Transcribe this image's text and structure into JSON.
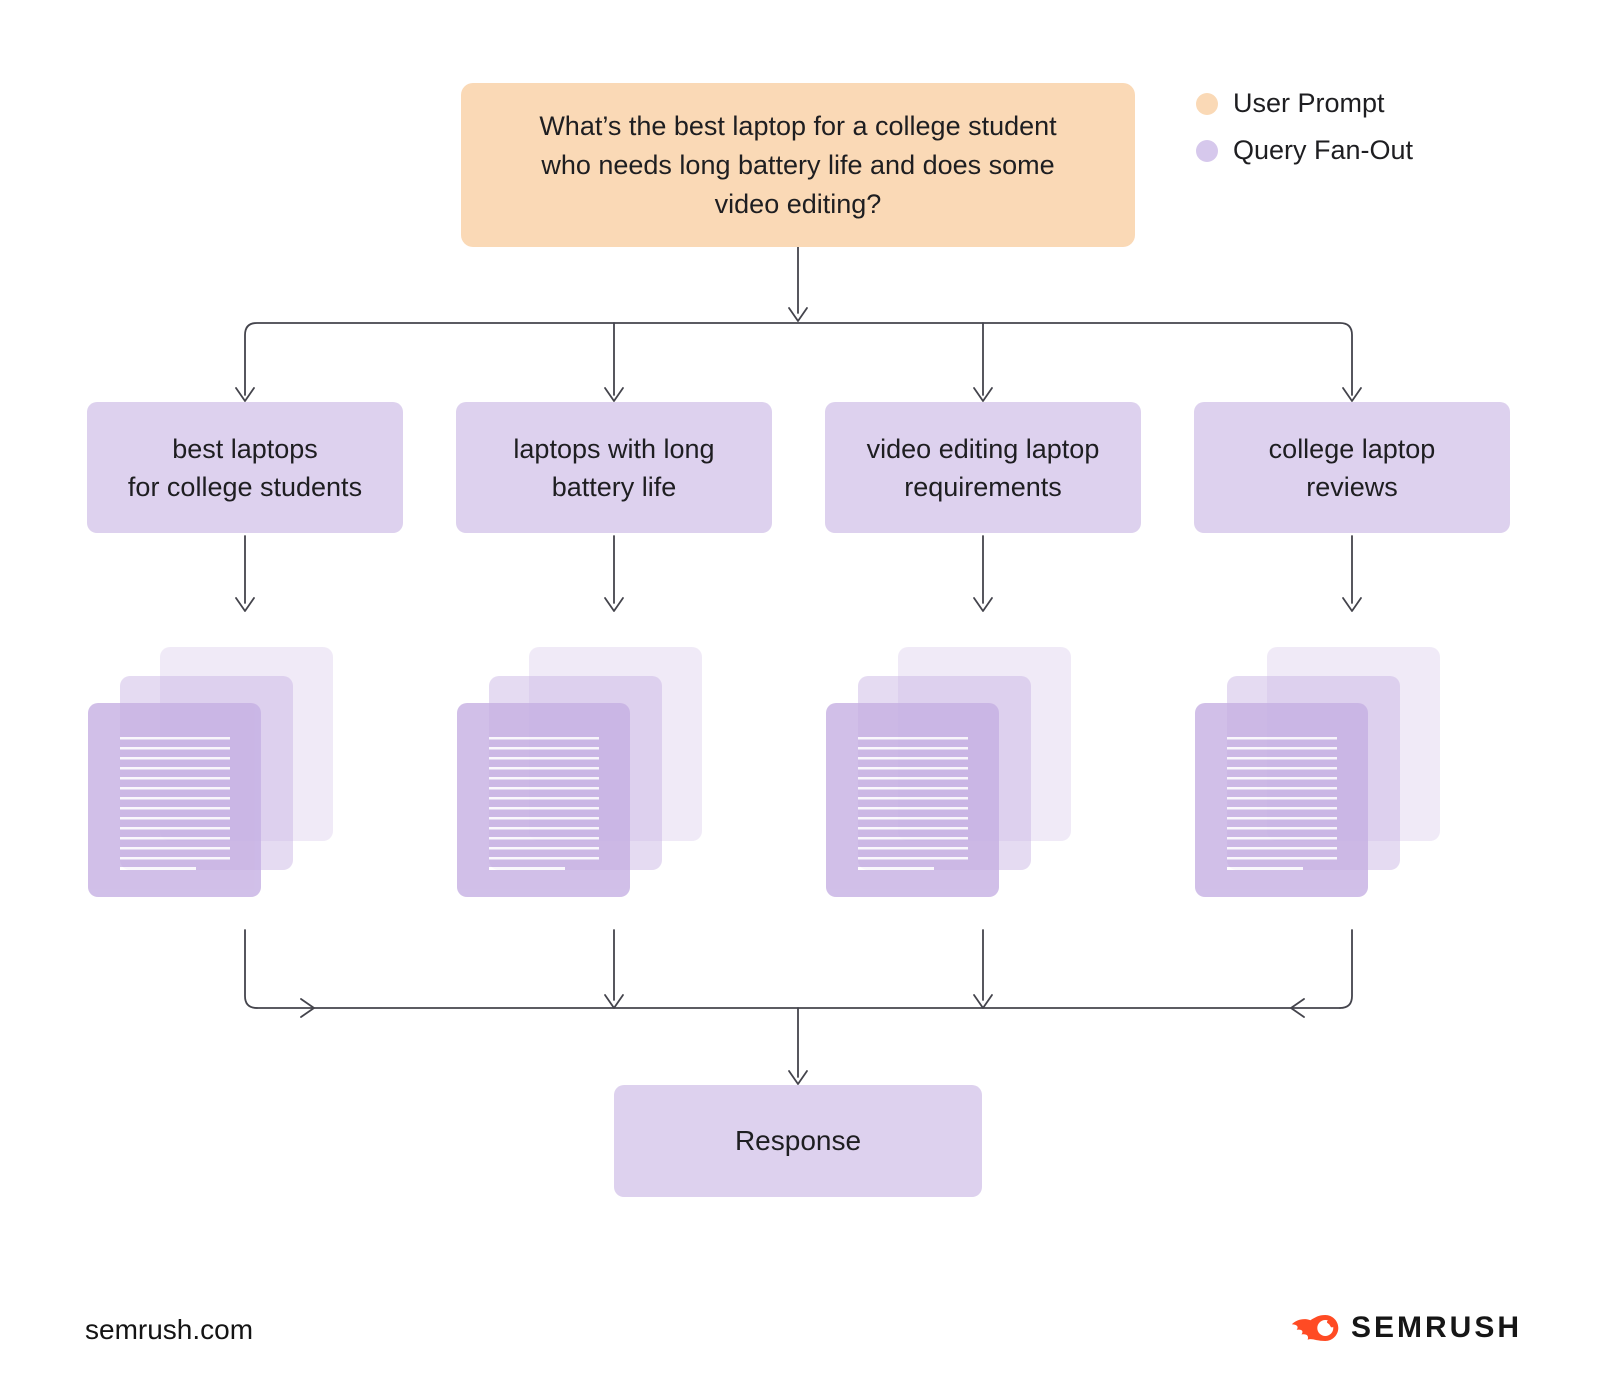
{
  "user_prompt": {
    "line1": "What’s the best laptop for a college student",
    "line2": "who needs long battery life and does some",
    "line3": "video editing?"
  },
  "legend": {
    "items": [
      {
        "label": "User Prompt",
        "color": "#FAD9B6"
      },
      {
        "label": "Query Fan-Out",
        "color": "#D6C8EC"
      }
    ]
  },
  "queries": [
    {
      "line1": "best laptops",
      "line2": "for college students"
    },
    {
      "line1": "laptops with long",
      "line2": "battery life"
    },
    {
      "line1": "video editing laptop",
      "line2": "requirements"
    },
    {
      "line1": "college laptop",
      "line2": "reviews"
    }
  ],
  "document_stacks": {
    "count": 4,
    "cards_per_stack": 3
  },
  "response": {
    "label": "Response"
  },
  "footer": {
    "site": "semrush.com",
    "brand": "SEMRUSH"
  },
  "colors": {
    "user_prompt_fill": "#FAD9B6",
    "query_fanout_fill": "#DDD1EE",
    "document_fill": "#D1BFE9",
    "connector": "#44444C",
    "brand_orange": "#FF4B24",
    "text": "#1E1E21",
    "background": "#FFFFFF"
  }
}
